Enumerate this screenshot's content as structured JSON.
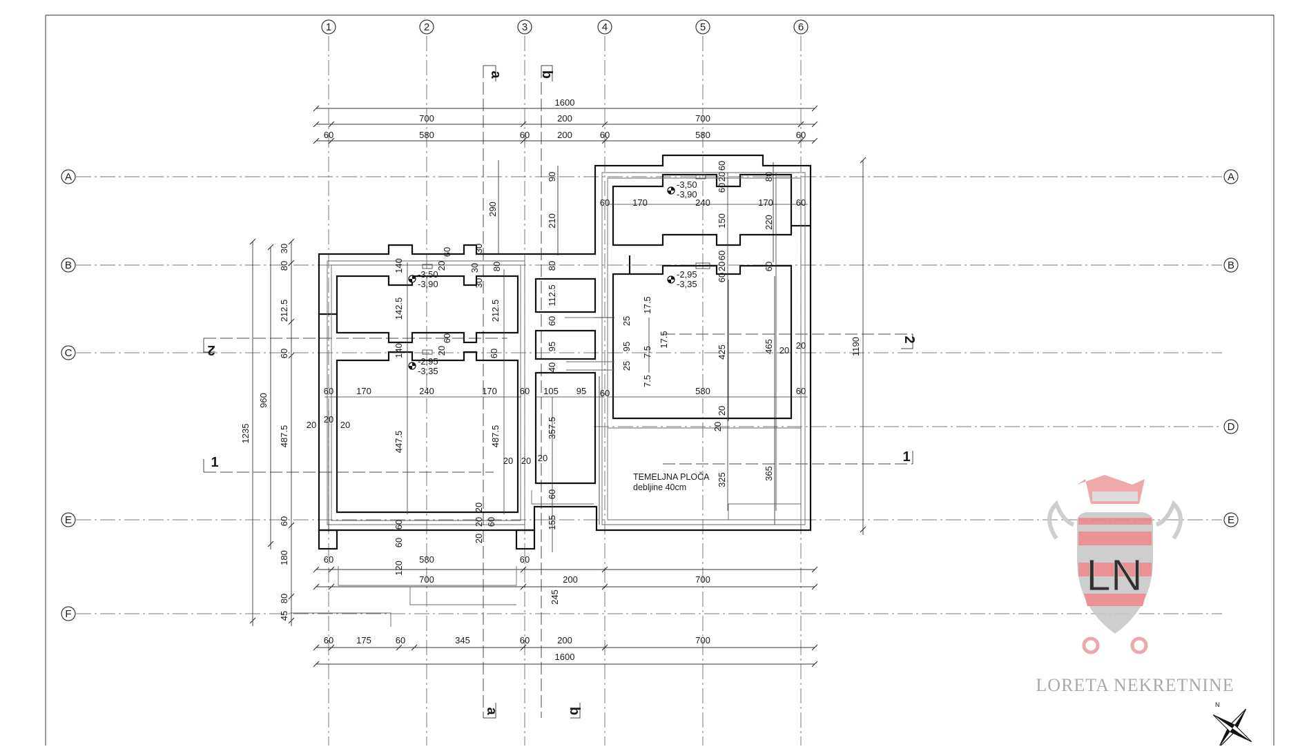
{
  "plan": {
    "column_axes": [
      "1",
      "2",
      "3",
      "4",
      "5",
      "6"
    ],
    "row_axes": [
      "A",
      "B",
      "C",
      "D",
      "E",
      "F"
    ],
    "section_marks": {
      "vertical": [
        "a",
        "b"
      ],
      "horizontal": [
        "1",
        "2"
      ]
    },
    "dims_top": {
      "overall": "1600",
      "row2": [
        "700",
        "200",
        "700"
      ],
      "row3": [
        "60",
        "580",
        "60",
        "200",
        "60",
        "580",
        "60"
      ]
    },
    "dims_bottom": {
      "row1": [
        "60",
        "580",
        "60"
      ],
      "row2": [
        "700",
        "200",
        "700"
      ],
      "row3": [
        "60",
        "175",
        "60",
        "345",
        "60",
        "200",
        "700"
      ],
      "overall": "1600"
    },
    "dims_left": {
      "overall": "1235",
      "sub": "960",
      "chain": [
        "30",
        "80",
        "212.5",
        "60",
        "487.5",
        "60",
        "180",
        "80",
        "45"
      ]
    },
    "dims_right": {
      "overall": "1190"
    },
    "labels_left_block": [
      "140",
      "142.5",
      "212.5",
      "140",
      "447.5",
      "487.5",
      "170",
      "240",
      "170",
      "20",
      "20",
      "20",
      "60",
      "60",
      "60",
      "120",
      "20",
      "20",
      "20",
      "20",
      "60",
      "60",
      "30",
      "30",
      "20",
      "20",
      "60",
      "60",
      "30",
      "80"
    ],
    "labels_mid": [
      "90",
      "210",
      "80",
      "112.5",
      "60",
      "95",
      "40",
      "105",
      "95",
      "357.5",
      "60",
      "155",
      "245",
      "290",
      "20",
      "20",
      "60"
    ],
    "labels_right_block": [
      "170",
      "240",
      "170",
      "60",
      "60",
      "80",
      "150",
      "220",
      "60",
      "20",
      "60",
      "60",
      "20",
      "60",
      "60",
      "25",
      "17.5",
      "95",
      "17.5",
      "7.5",
      "25",
      "7.5",
      "425",
      "465",
      "20",
      "20",
      "580",
      "60",
      "60",
      "20",
      "20",
      "325",
      "365"
    ],
    "levels": [
      {
        "top": "-3,50",
        "bottom": "-3,90"
      },
      {
        "top": "-2,95",
        "bottom": "-3,35"
      },
      {
        "top": "-3,50",
        "bottom": "-3,90"
      },
      {
        "top": "-2,95",
        "bottom": "-3,35"
      }
    ],
    "slab_note": [
      "TEMELJNA PLOČA",
      "debljine 40cm"
    ]
  },
  "brand": {
    "name": "LORETA NEKRETNINE",
    "logo_letters": "LN",
    "colors": {
      "red": "#e8868a",
      "grey": "#b8b8b8"
    }
  },
  "north_label": "N"
}
